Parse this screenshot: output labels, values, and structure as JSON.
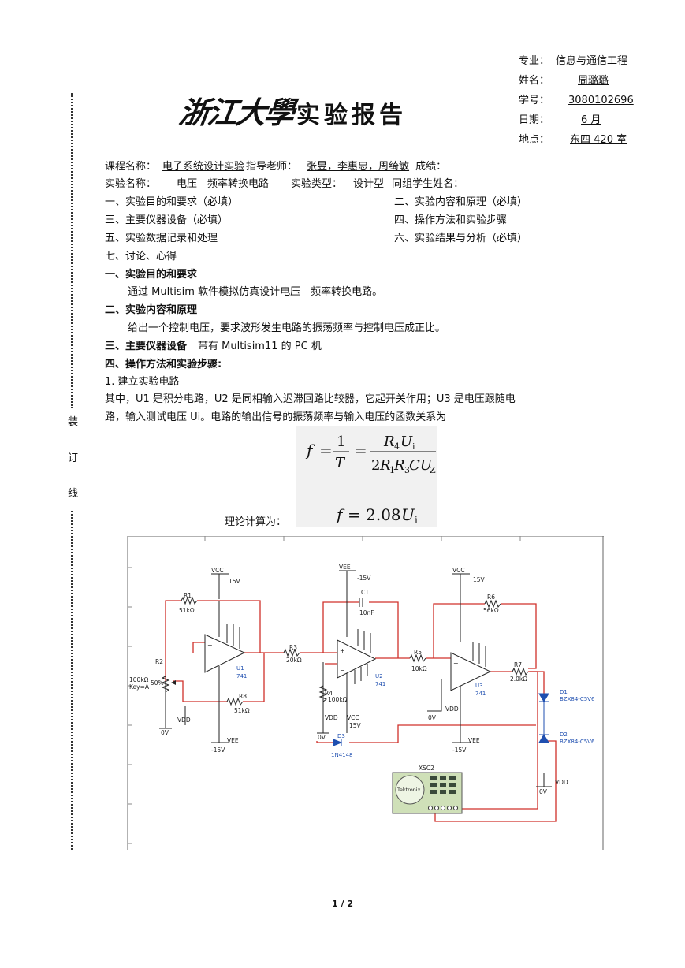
{
  "student_info": {
    "major_label": "专业：",
    "major": "信息与通信工程",
    "name_label": "姓名：",
    "name": "周璐璐",
    "id_label": "学号：",
    "id": "3080102696",
    "date_label": "日期：",
    "date": "6 月",
    "location_label": "地点：",
    "location": "东四 420 室"
  },
  "header": {
    "university": "浙江大學",
    "report_title": "实验报告"
  },
  "course_row": {
    "course_label": "课程名称：",
    "course": "电子系统设计实验",
    "teacher_label": "指导老师：",
    "teacher": "张昱，李惠忠，周绮敏",
    "grade_label": "成绩："
  },
  "experiment_row": {
    "name_label": "实验名称：",
    "name": "电压—频率转换电路",
    "type_label": "实验类型：",
    "type": "设计型",
    "partner_label": "同组学生姓名："
  },
  "outline": [
    "一、实验目的和要求（必填）",
    "二、实验内容和原理（必填）",
    "三、主要仪器设备（必填）",
    "四、操作方法和实验步骤",
    "五、实验数据记录和处理",
    "六、实验结果与分析（必填）",
    "七、讨论、心得"
  ],
  "sections": {
    "s1_title": "一、实验目的和要求",
    "s1_body": "通过 Multisim 软件模拟仿真设计电压—频率转换电路。",
    "s2_title": "二、实验内容和原理",
    "s2_body": "给出一个控制电压，要求波形发生电路的振荡频率与控制电压成正比。",
    "s3_title": "三、主要仪器设备",
    "s3_body": "带有 Multisim11 的 PC 机",
    "s4_title": "四、操作方法和实验步骤:",
    "s4_step1": "1.   建立实验电路",
    "s4_p1_line1": "其中，U1 是积分电路，U2 是同相输入迟滞回路比较器，它起开关作用；U3 是电压跟随电",
    "s4_p1_line2": "路，输入测试电压 Ui。电路的输出信号的振荡频率与输入电压的函数关系为",
    "theory_label": "理论计算为："
  },
  "binding_chars": [
    "装",
    "订",
    "线"
  ],
  "page_number": "1 / 2",
  "schematic": {
    "vcc": "VCC",
    "vee": "VEE",
    "v15": "15V",
    "vm15": "-15V",
    "zero": "0V",
    "vdd": "VDD",
    "r1": "R1",
    "r1v": "51kΩ",
    "r2": "R2",
    "r2v": "100kΩ",
    "r2k": "Key=A",
    "r2p": "50%",
    "r8": "R8",
    "r8v": "51kΩ",
    "u1": "U1",
    "u1t": "741",
    "r3": "R3",
    "r3v": "20kΩ",
    "c1": "C1",
    "c1v": "10nF",
    "u2": "U2",
    "u2t": "741",
    "r4": "R4",
    "r4v": "100kΩ",
    "d3": "D3",
    "d3t": "1N4148",
    "r5": "R5",
    "r5v": "10kΩ",
    "r6": "R6",
    "r6v": "56kΩ",
    "u3": "U3",
    "u3t": "741",
    "r7": "R7",
    "r7v": "2.0kΩ",
    "d1": "D1",
    "d1t": "BZX84-C5V6",
    "d2": "D2",
    "d2t": "BZX84-C5V6",
    "xsc": "XSC2",
    "scope_brand": "Tektronix"
  }
}
